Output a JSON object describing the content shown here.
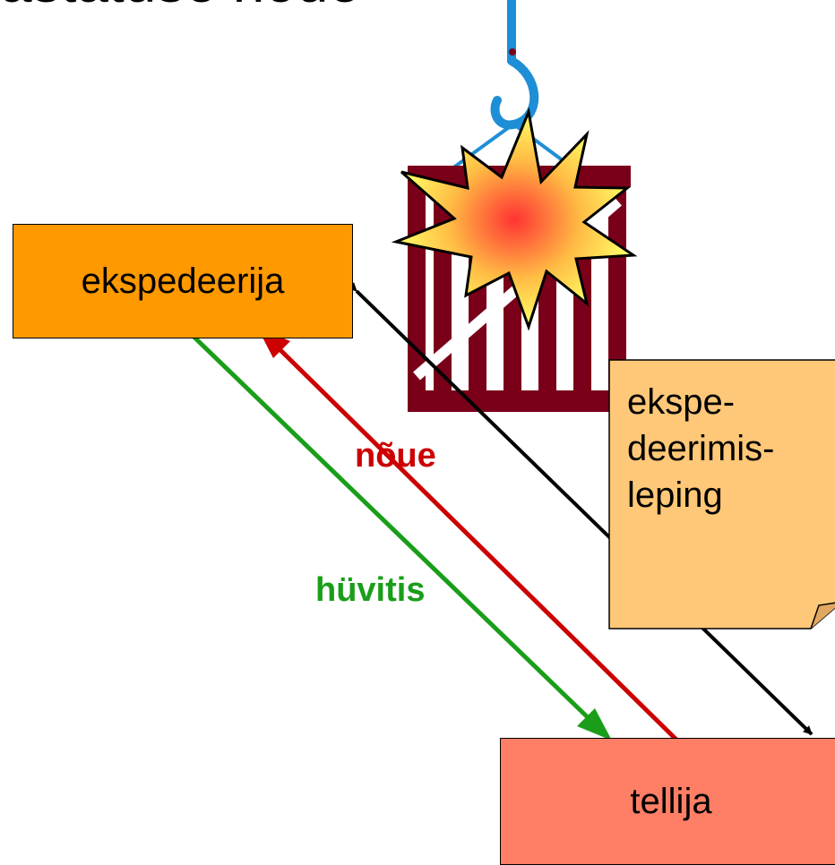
{
  "title": "astatuse nõue",
  "nodes": {
    "ekspedeerija": "ekspedeerija",
    "tellija": "tellija"
  },
  "note": {
    "line1": "ekspe-",
    "line2": "deerimis-",
    "line3": "leping"
  },
  "edges": {
    "claim": "nõue",
    "compensation": "hüvitis"
  },
  "colors": {
    "ekspedeerija_box": "#ff9900",
    "tellija_box": "#ff7f66",
    "note": "#ffc878",
    "claim_arrow": "#cc0000",
    "compensation_arrow": "#1a9e1a",
    "contract_arrow": "#000000",
    "hook": "#1e8fd6",
    "crate": "#7a0019",
    "explosion_outer": "#ffff66",
    "explosion_inner": "#ff3333"
  },
  "icons": [
    "crane-hook-icon",
    "cargo-crate-icon",
    "explosion-icon"
  ]
}
